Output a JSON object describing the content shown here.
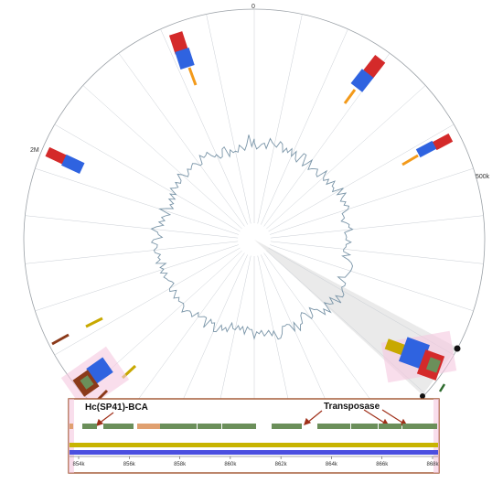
{
  "genome_map": {
    "ring_ticks": [
      {
        "label": "0",
        "angle_deg": 0
      },
      {
        "label": "500k",
        "angle_deg": 72
      },
      {
        "label": "2M",
        "angle_deg": 290
      }
    ],
    "colors": {
      "ring": "#9aa0a6",
      "spoke": "#c9ced4",
      "gc_line": "#7a95a8",
      "feature_red": "#d42a2a",
      "feature_blue": "#2f63e0",
      "feature_orange": "#f39a1a",
      "feature_olive": "#c8a800",
      "feature_brown": "#8b3a1a",
      "feature_green": "#6b8f5a",
      "highlight_pink": "#f5c8e0",
      "zoom_wedge": "#e6e6e6",
      "zoom_border": "#a0522d",
      "track_olive": "#c8b400",
      "track_blue": "#4b4fe0",
      "arrow": "#a0301a"
    }
  },
  "zoom_panel": {
    "labels": [
      {
        "name": "hc-label",
        "text": "Hc(SP41)-BCA"
      },
      {
        "name": "transposase-label",
        "text": "Transposase"
      }
    ],
    "axis_ticks": [
      "854k",
      "856k",
      "858k",
      "860k",
      "862k",
      "864k",
      "866k",
      "868k"
    ]
  }
}
